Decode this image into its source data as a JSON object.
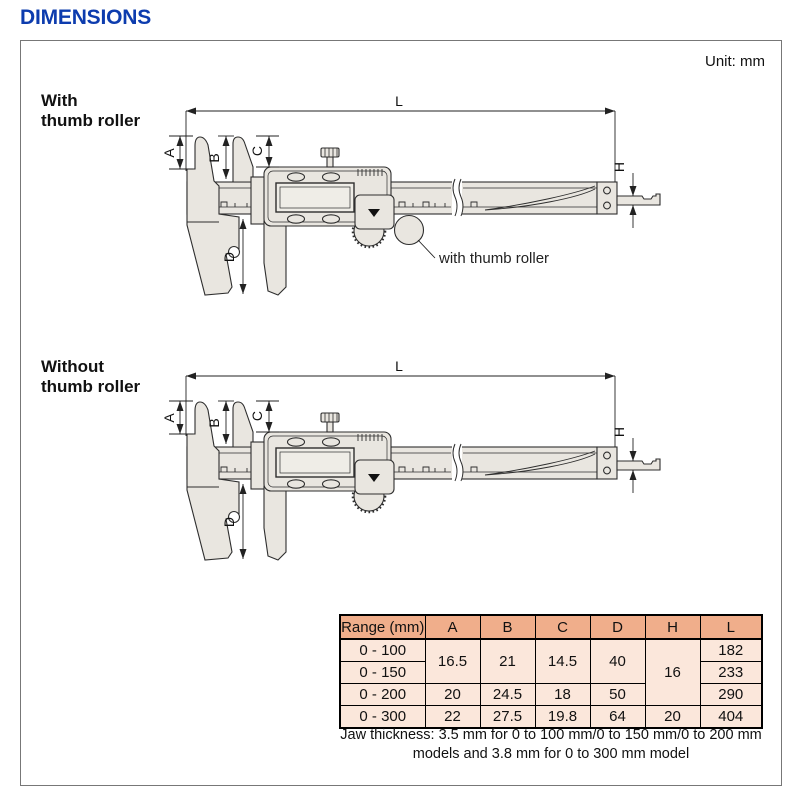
{
  "page": {
    "title": "DIMENSIONS",
    "unit_label": "Unit: mm"
  },
  "colors": {
    "title_blue": "#0d3cae",
    "table_header_bg": "#f0ae8b",
    "table_row_bg": "#fbe7db",
    "diagram_fill": "#e9e6e0",
    "diagram_line": "#2e2e2e"
  },
  "dim_labels": {
    "L": "L",
    "A": "A",
    "B": "B",
    "C": "C",
    "D": "D",
    "H": "H"
  },
  "drawings": [
    {
      "label_line1": "With",
      "label_line2": "thumb roller",
      "annotation": "with thumb roller"
    },
    {
      "label_line1": "Without",
      "label_line2": "thumb roller"
    }
  ],
  "table": {
    "headers": [
      "Range (mm)",
      "A",
      "B",
      "C",
      "D",
      "H",
      "L"
    ],
    "rows": [
      {
        "range": "0 - 100",
        "A": "16.5",
        "B": "21",
        "C": "14.5",
        "D": "40",
        "H": "16",
        "L": "182"
      },
      {
        "range": "0 - 150",
        "L": "233"
      },
      {
        "range": "0 - 200",
        "A": "20",
        "B": "24.5",
        "C": "18",
        "D": "50",
        "L": "290"
      },
      {
        "range": "0 - 300",
        "A": "22",
        "B": "27.5",
        "C": "19.8",
        "D": "64",
        "H": "20",
        "L": "404"
      }
    ],
    "note": "Jaw thickness: 3.5 mm for 0 to 100 mm/0 to 150 mm/0 to 200 mm models and 3.8 mm for 0 to 300 mm model"
  }
}
